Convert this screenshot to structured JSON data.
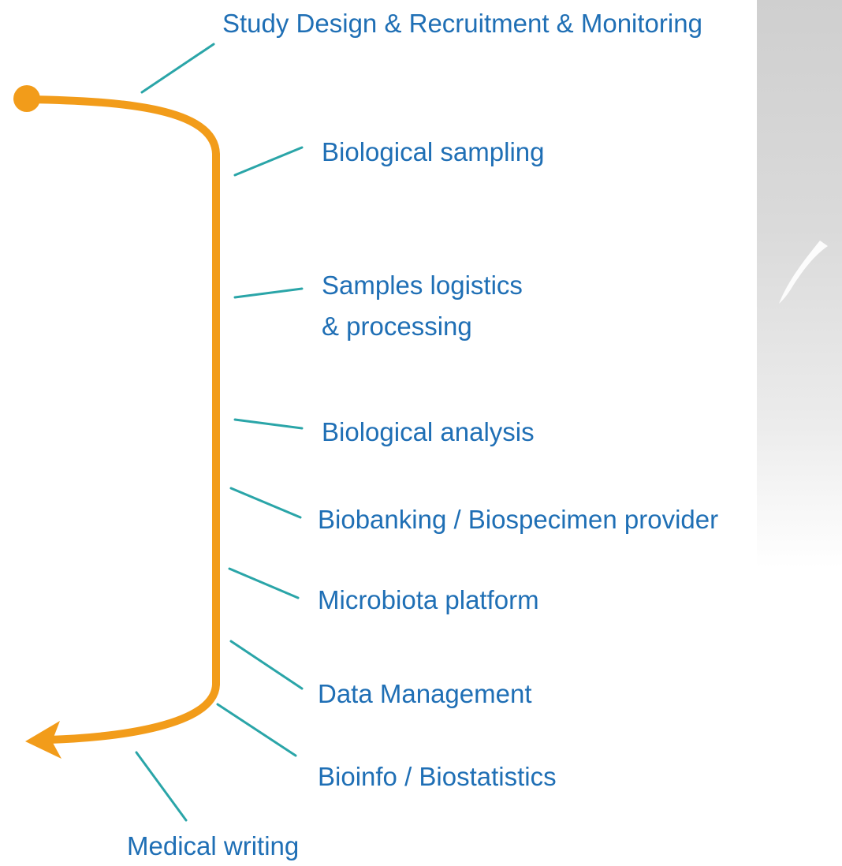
{
  "colors": {
    "label": "#1f6fb5",
    "connector": "#2aa5a8",
    "arrow": "#f29c1a",
    "panel": "#d2d2d2"
  },
  "labels": {
    "study_design": "Study Design & Recruitment & Monitoring",
    "biological_sampling": "Biological sampling",
    "samples_logistics_line1": "Samples logistics",
    "samples_logistics_line2": "& processing",
    "biological_analysis": "Biological analysis",
    "biobanking": "Biobanking / Biospecimen provider",
    "microbiota": "Microbiota platform",
    "data_management": "Data Management",
    "bioinfo": "Bioinfo / Biostatistics",
    "medical_writing": "Medical writing"
  },
  "icons": {
    "start": "start-dot-icon",
    "end": "arrowhead-icon"
  }
}
